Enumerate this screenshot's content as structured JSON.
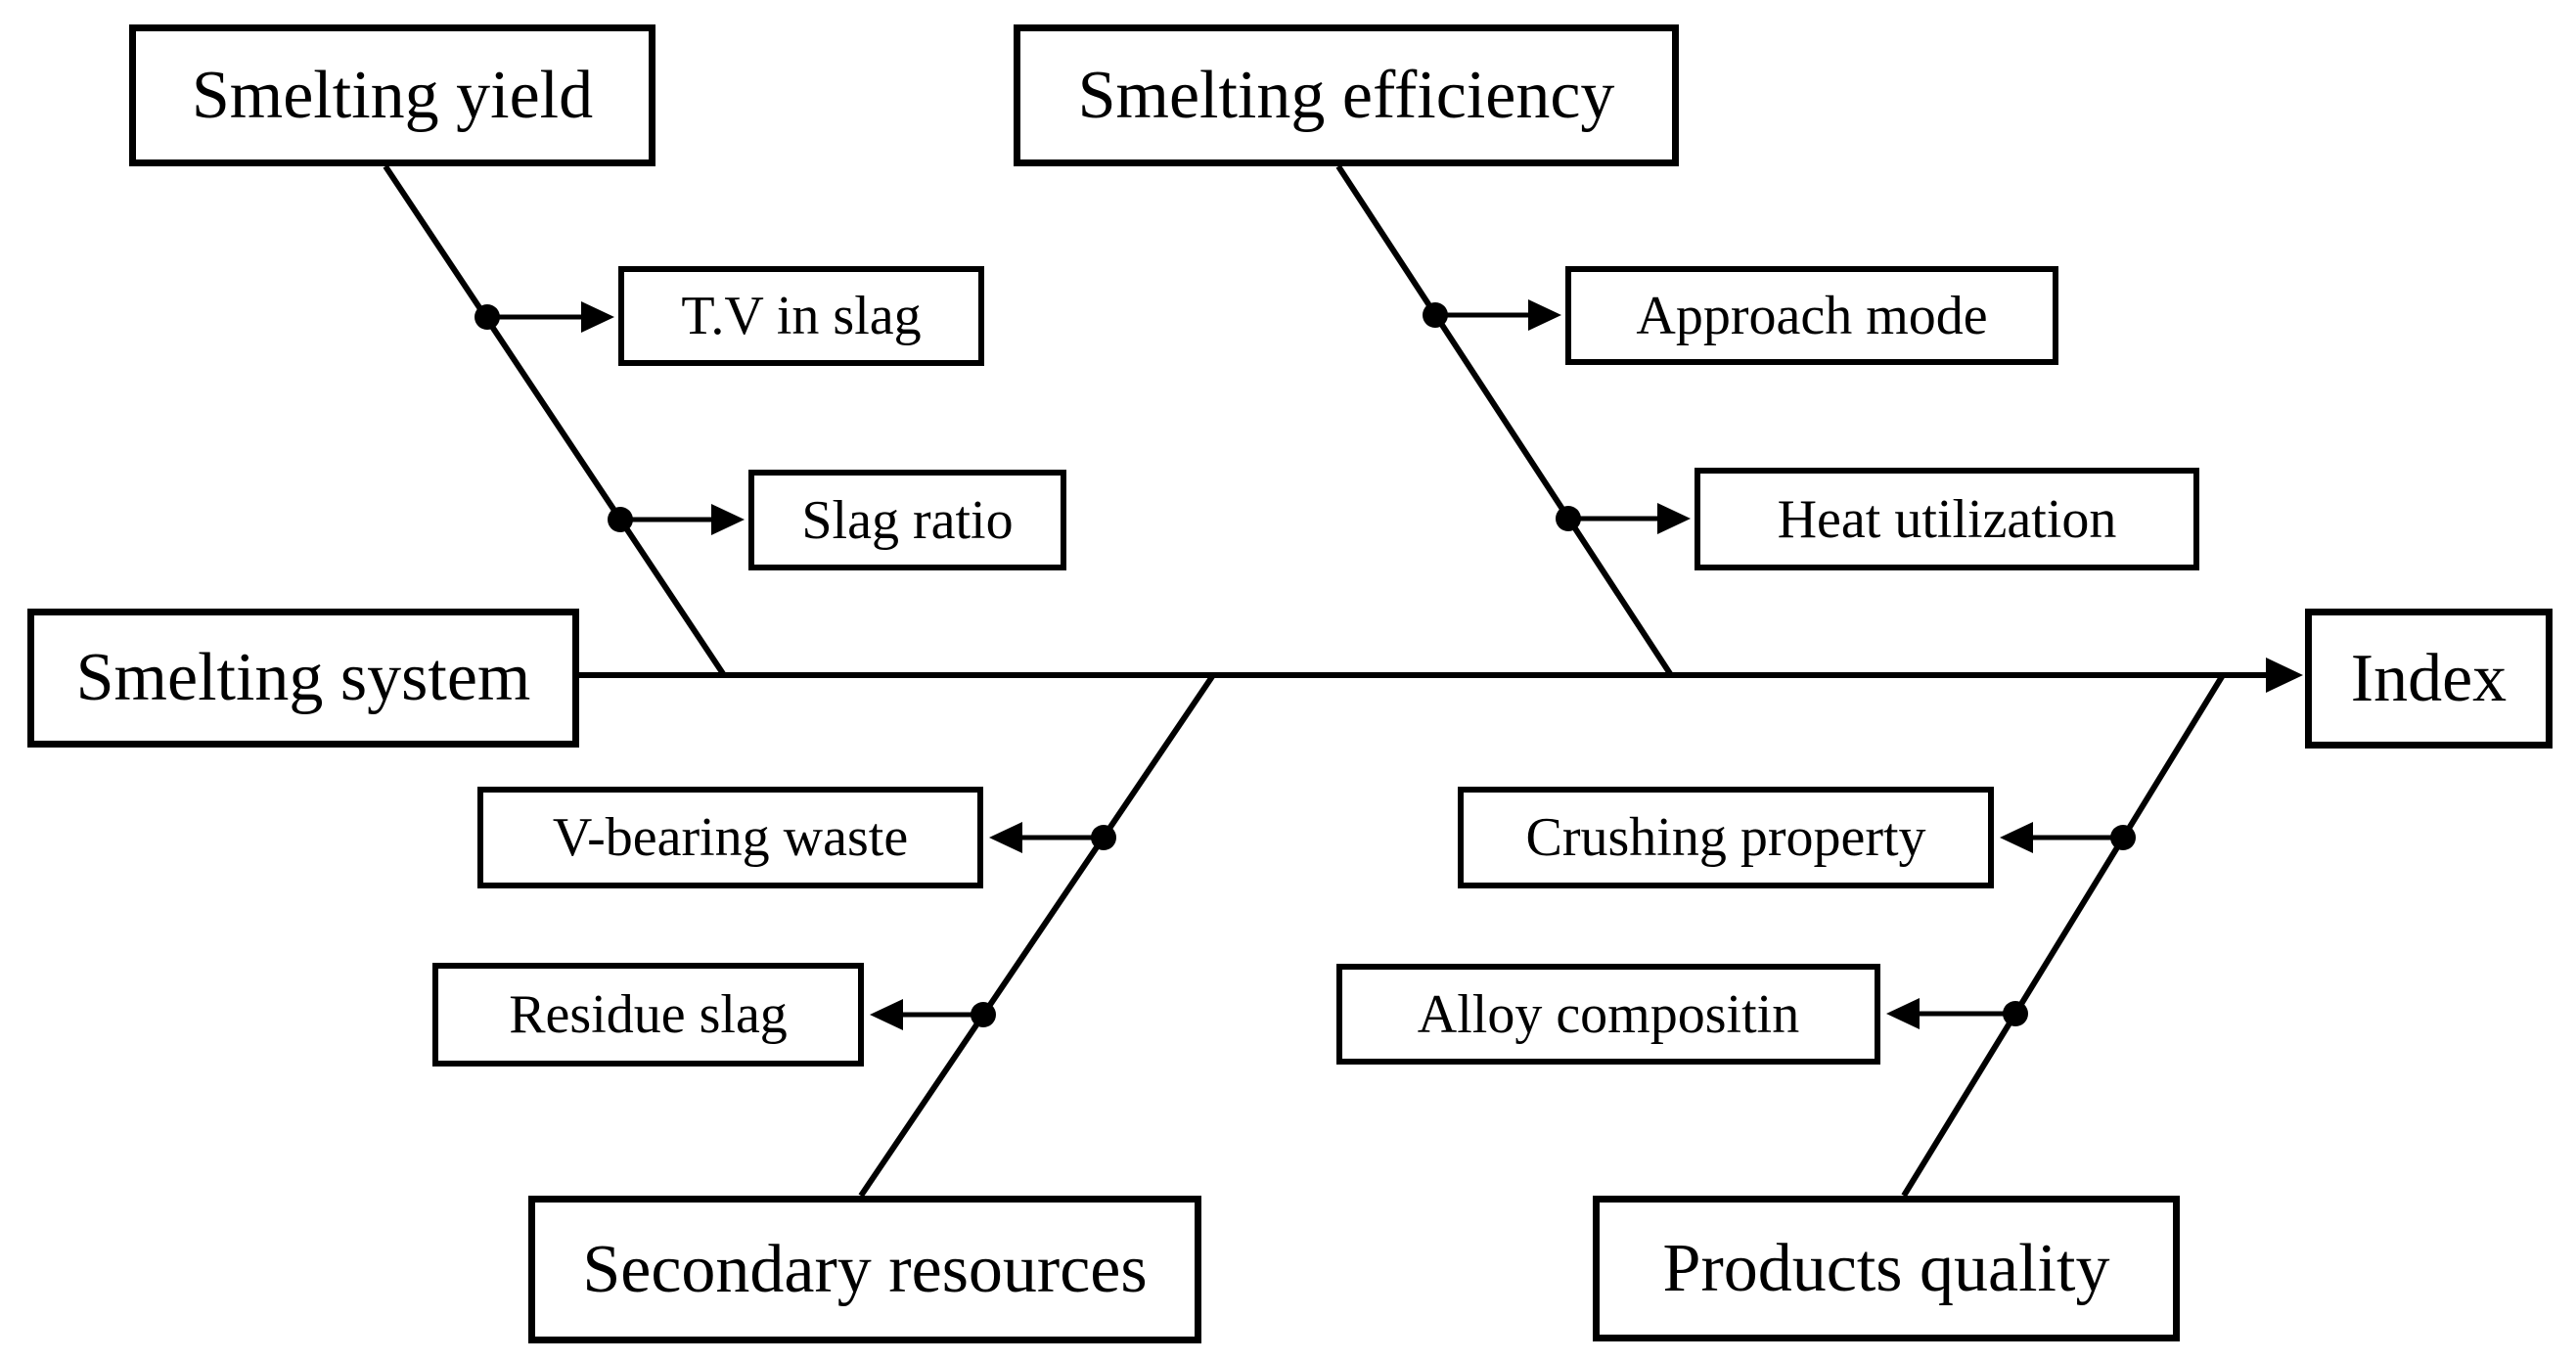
{
  "diagram": {
    "type": "fishbone",
    "root": {
      "label": "Smelting system"
    },
    "effect": {
      "label": "Index"
    },
    "branches": [
      {
        "label": "Smelting yield",
        "side": "top",
        "subs": [
          "T.V in slag",
          "Slag ratio"
        ]
      },
      {
        "label": "Smelting efficiency",
        "side": "top",
        "subs": [
          "Approach mode",
          "Heat utilization"
        ]
      },
      {
        "label": "Secondary resources",
        "side": "bottom",
        "subs": [
          "V-bearing waste",
          "Residue slag"
        ]
      },
      {
        "label": "Products quality",
        "side": "bottom",
        "subs": [
          "Crushing property",
          "Alloy compositin"
        ]
      }
    ],
    "colors": {
      "line": "#000000",
      "text": "#000000",
      "background": "#ffffff"
    }
  }
}
